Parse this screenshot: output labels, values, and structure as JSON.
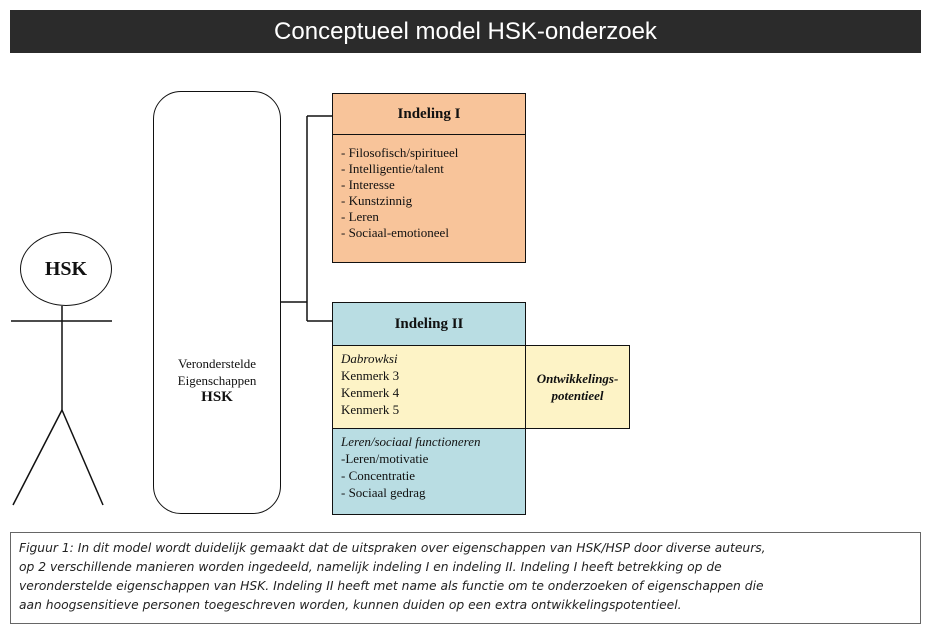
{
  "title": "Conceptueel model HSK-onderzoek",
  "person": {
    "label": "HSK"
  },
  "traits": {
    "line1": "Veronderstelde",
    "line2": "Eigenschappen",
    "label": "HSK"
  },
  "indeling1": {
    "title": "Indeling I",
    "items": [
      "- Filosofisch/spiritueel",
      "- Intelligentie/talent",
      "- Interesse",
      "- Kunstzinnig",
      "- Leren",
      "- Sociaal-emotioneel"
    ]
  },
  "indeling2": {
    "title": "Indeling II",
    "dabrowski": {
      "title": "Dabrowksi",
      "items": [
        "Kenmerk 3",
        "Kenmerk 4",
        "Kenmerk 5"
      ]
    },
    "ontwikkeling": {
      "line1": "Ontwikkelings-",
      "line2": "potentieel"
    },
    "leren": {
      "title": "Leren/sociaal functioneren",
      "items": [
        "-Leren/motivatie",
        "- Concentratie",
        "- Sociaal gedrag"
      ]
    }
  },
  "caption": {
    "line1": "Figuur 1: In dit model wordt duidelijk gemaakt dat de uitspraken over eigenschappen van HSK/HSP door diverse auteurs,",
    "line2": "op 2 verschillende manieren worden ingedeeld, namelijk indeling I en indeling II. Indeling I heeft betrekking op de",
    "line3": "veronderstelde eigenschappen van HSK. Indeling II heeft met name als functie om te onderzoeken of eigenschappen die",
    "line4": "aan hoogsensitieve personen toegeschreven worden, kunnen duiden op een extra ontwikkelingspotentieel."
  }
}
